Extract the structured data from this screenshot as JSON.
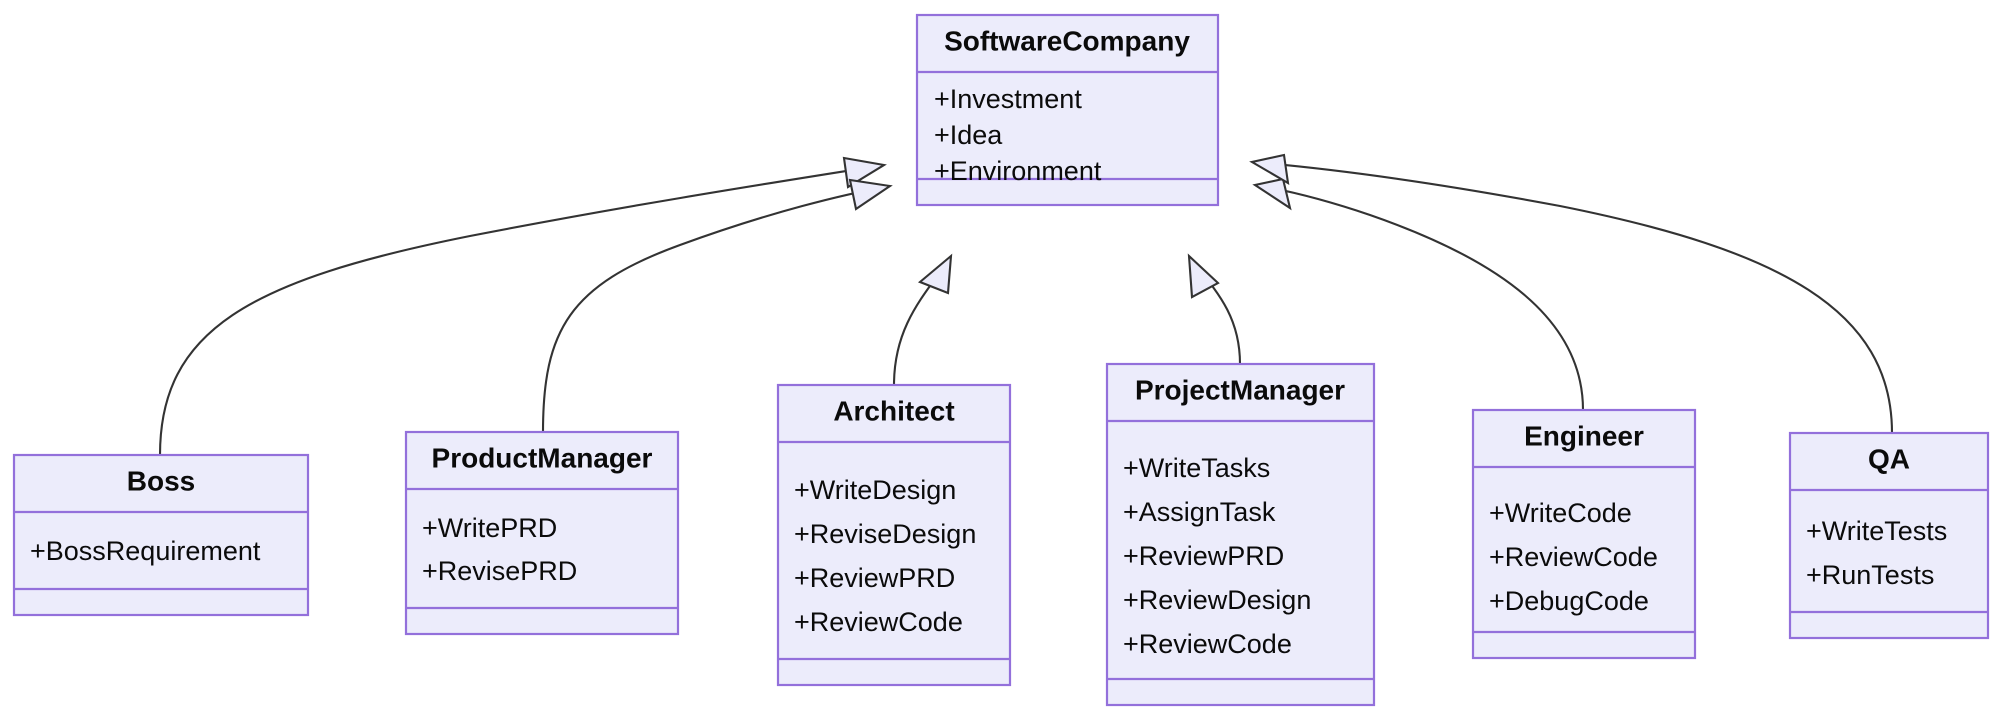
{
  "diagram": {
    "type": "uml-class-diagram",
    "title": "SoftwareCompany roles class diagram",
    "colors": {
      "box_fill": "#ECECFB",
      "box_border": "#9370DB",
      "edge_stroke": "#333333",
      "text": "#0b0b0b",
      "background": "#ffffff"
    },
    "relationship_type": "generalization"
  },
  "classes": [
    {
      "id": "software-company",
      "name": "SoftwareCompany",
      "attributes": [
        "+Investment",
        "+Idea",
        "+Environment"
      ],
      "methods": []
    },
    {
      "id": "boss",
      "name": "Boss",
      "attributes": [
        "+BossRequirement"
      ],
      "methods": []
    },
    {
      "id": "product-manager",
      "name": "ProductManager",
      "attributes": [
        "+WritePRD",
        "+RevisePRD"
      ],
      "methods": []
    },
    {
      "id": "architect",
      "name": "Architect",
      "attributes": [
        "+WriteDesign",
        "+ReviseDesign",
        "+ReviewPRD",
        "+ReviewCode"
      ],
      "methods": []
    },
    {
      "id": "project-manager",
      "name": "ProjectManager",
      "attributes": [
        "+WriteTasks",
        "+AssignTask",
        "+ReviewPRD",
        "+ReviewDesign",
        "+ReviewCode"
      ],
      "methods": []
    },
    {
      "id": "engineer",
      "name": "Engineer",
      "attributes": [
        "+WriteCode",
        "+ReviewCode",
        "+DebugCode"
      ],
      "methods": []
    },
    {
      "id": "qa",
      "name": "QA",
      "attributes": [
        "+WriteTests",
        "+RunTests"
      ],
      "methods": []
    }
  ],
  "relationships": [
    {
      "from": "boss",
      "to": "software-company",
      "kind": "generalization"
    },
    {
      "from": "product-manager",
      "to": "software-company",
      "kind": "generalization"
    },
    {
      "from": "architect",
      "to": "software-company",
      "kind": "generalization"
    },
    {
      "from": "project-manager",
      "to": "software-company",
      "kind": "generalization"
    },
    {
      "from": "engineer",
      "to": "software-company",
      "kind": "generalization"
    },
    {
      "from": "qa",
      "to": "software-company",
      "kind": "generalization"
    }
  ]
}
